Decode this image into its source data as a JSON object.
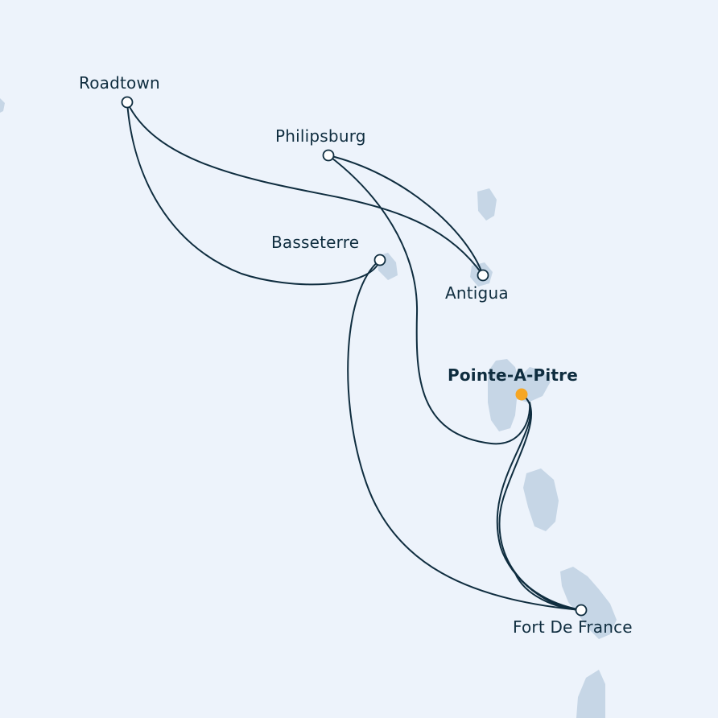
{
  "map": {
    "colors": {
      "sea": "#edf3fb",
      "land": "#c6d6e6",
      "route": "#0f2d3f",
      "port_fill": "#ffffff",
      "home_port": "#f6a623",
      "label": "#0f2d3f"
    },
    "home_port": {
      "name": "Pointe-A-Pitre"
    },
    "ports": [
      {
        "name": "Roadtown"
      },
      {
        "name": "Philipsburg"
      },
      {
        "name": "Basseterre"
      },
      {
        "name": "Antigua"
      },
      {
        "name": "Fort De France"
      }
    ]
  }
}
